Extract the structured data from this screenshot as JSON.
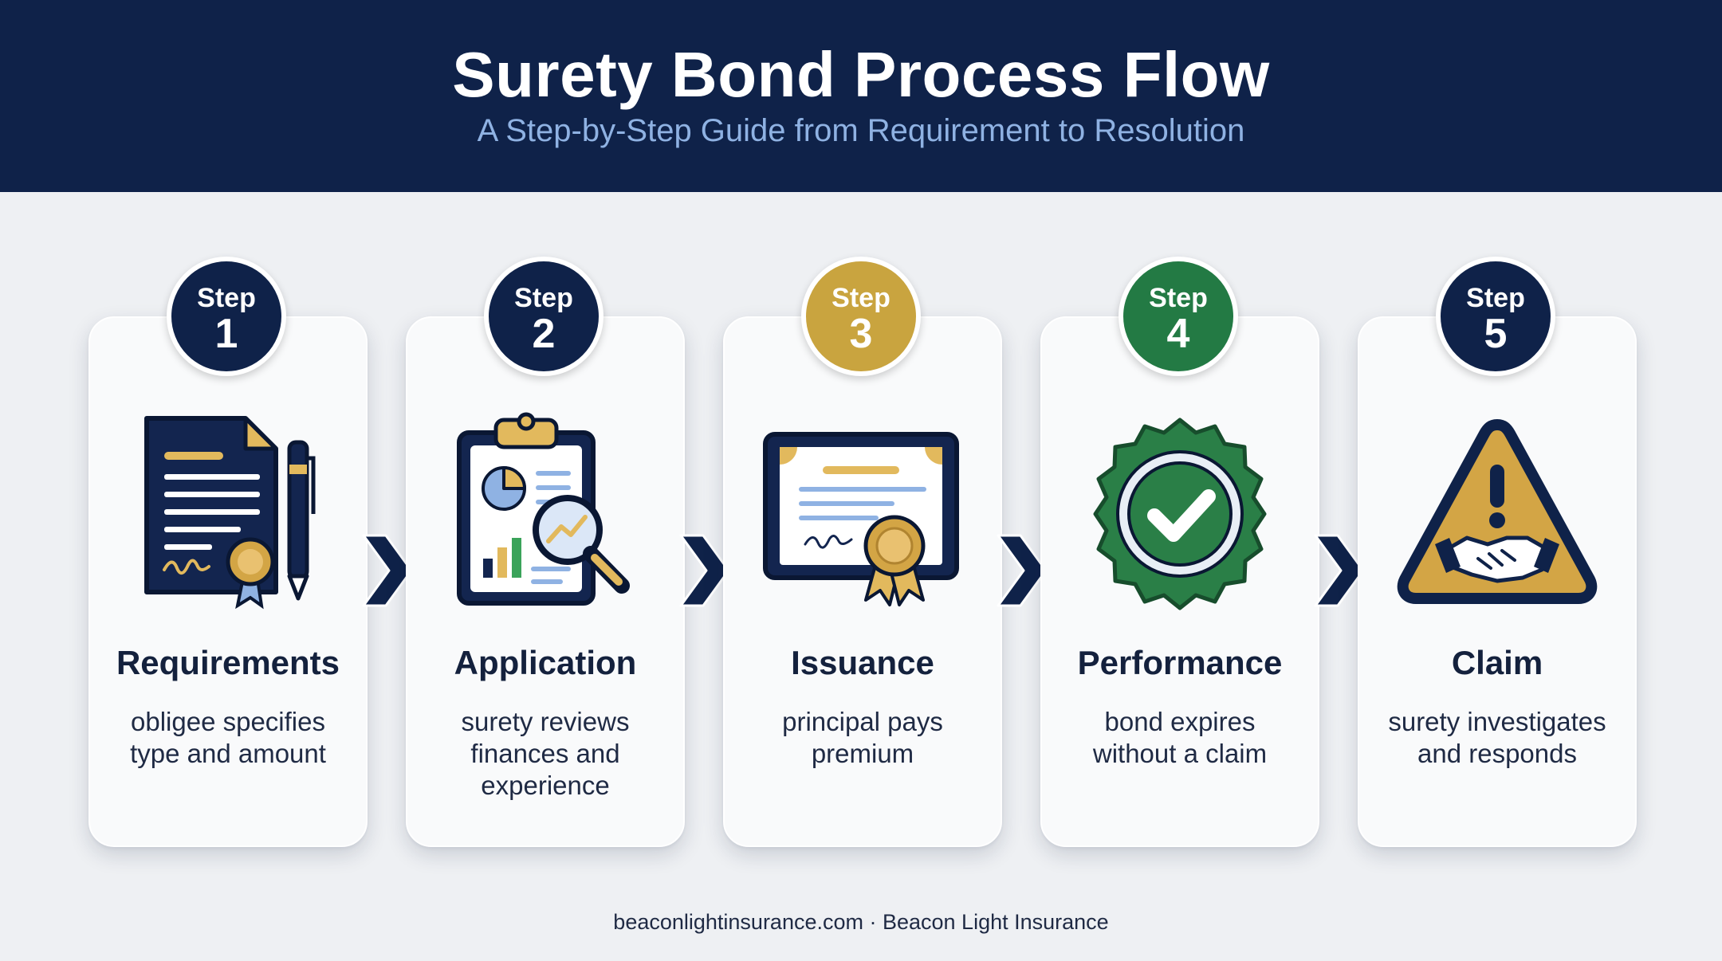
{
  "header": {
    "title": "Surety Bond Process Flow",
    "subtitle": "A Step-by-Step Guide from Requirement to Resolution"
  },
  "steps": [
    {
      "badge_word": "Step",
      "number": "1",
      "title": "Requirements",
      "desc": "obligee specifies type and amount",
      "badge_color": "#0f2249",
      "icon": "contract-document-icon"
    },
    {
      "badge_word": "Step",
      "number": "2",
      "title": "Application",
      "desc": "surety reviews finances and experience",
      "badge_color": "#0f2249",
      "icon": "clipboard-magnifier-icon"
    },
    {
      "badge_word": "Step",
      "number": "3",
      "title": "Issuance",
      "desc": "principal pays premium",
      "badge_color": "#c9a43f",
      "icon": "certificate-seal-icon"
    },
    {
      "badge_word": "Step",
      "number": "4",
      "title": "Performance",
      "desc": "bond expires without a claim",
      "badge_color": "#237a44",
      "icon": "check-seal-icon"
    },
    {
      "badge_word": "Step",
      "number": "5",
      "title": "Claim",
      "desc": "surety investigates and responds",
      "badge_color": "#0f2249",
      "icon": "warning-handshake-icon"
    }
  ],
  "arrow_icon": "chevron-right-icon",
  "footer": {
    "text": "beaconlightinsurance.com · Beacon Light Insurance"
  },
  "colors": {
    "navy": "#0f2249",
    "gold": "#c9a43f",
    "green": "#237a44",
    "subtitle": "#8fb2e3"
  }
}
